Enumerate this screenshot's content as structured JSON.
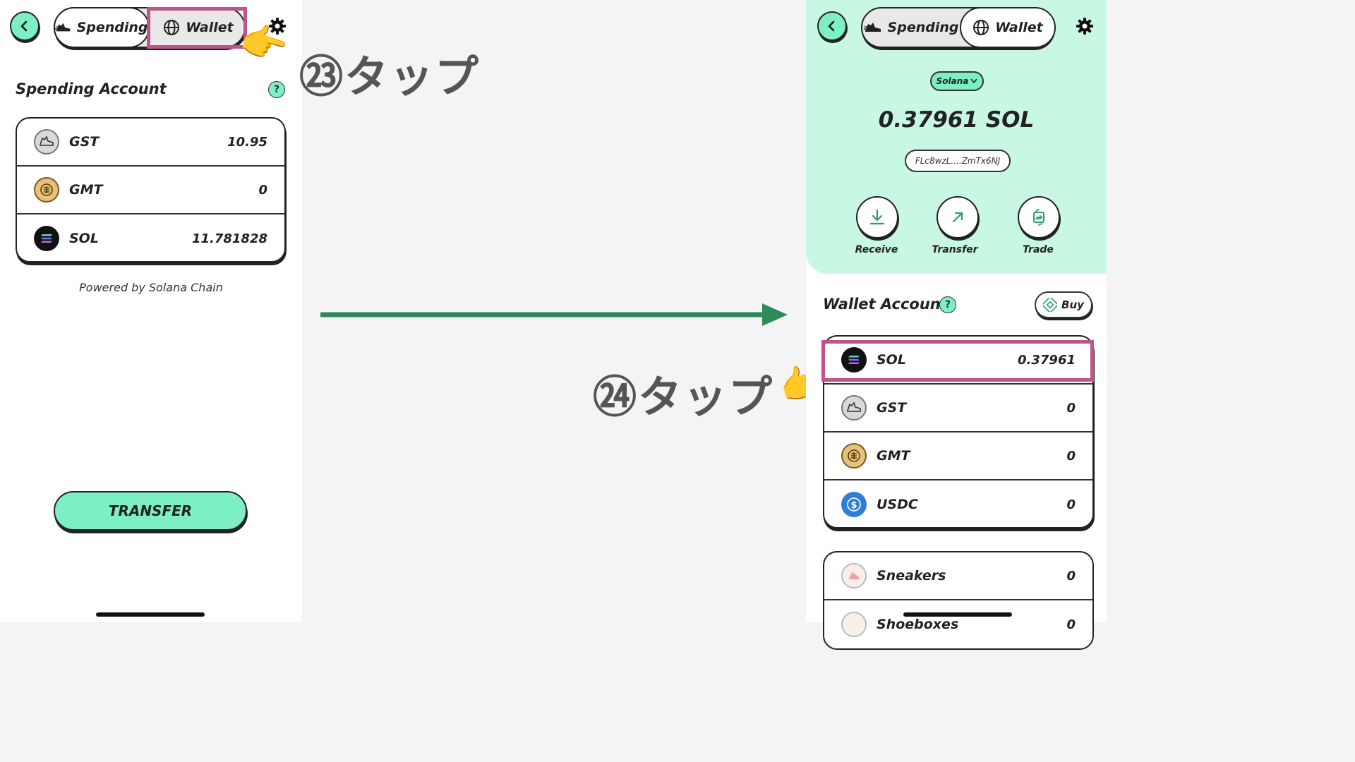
{
  "left": {
    "tabs": {
      "spending": "Spending",
      "wallet": "Wallet"
    },
    "section_title": "Spending Account",
    "help": "?",
    "accounts": [
      {
        "symbol": "GST",
        "value": "10.95"
      },
      {
        "symbol": "GMT",
        "value": "0"
      },
      {
        "symbol": "SOL",
        "value": "11.781828"
      }
    ],
    "powered_by": "Powered by Solana Chain",
    "transfer_label": "TRANSFER"
  },
  "annotations": {
    "step23": "㉓タップ",
    "step24": "㉔タップ",
    "pointer": "👉"
  },
  "right": {
    "tabs": {
      "spending": "Spending",
      "wallet": "Wallet"
    },
    "network": "Solana",
    "balance": "0.37961 SOL",
    "address": "FLc8wzL....ZmTx6NJ",
    "actions": {
      "receive": "Receive",
      "transfer": "Transfer",
      "trade": "Trade"
    },
    "wallet_title": "Wallet Account",
    "help": "?",
    "buy_label": "Buy",
    "tokens": [
      {
        "symbol": "SOL",
        "value": "0.37961"
      },
      {
        "symbol": "GST",
        "value": "0"
      },
      {
        "symbol": "GMT",
        "value": "0"
      },
      {
        "symbol": "USDC",
        "value": "0"
      }
    ],
    "nfts": [
      {
        "name": "Sneakers",
        "value": "0"
      },
      {
        "name": "Shoeboxes",
        "value": "0"
      }
    ]
  },
  "colors": {
    "accent": "#7cf0c4",
    "highlight": "#c0538c",
    "arrow": "#2e8b57"
  },
  "icons": [
    "back-arrow-icon",
    "sneaker-icon",
    "globe-icon",
    "gear-icon",
    "download-icon",
    "arrow-up-right-icon",
    "swap-icon",
    "binance-icon",
    "pointing-hand-icon"
  ]
}
